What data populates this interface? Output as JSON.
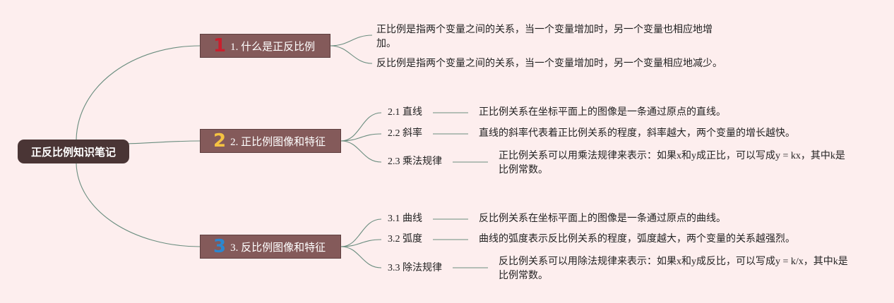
{
  "root": {
    "label": "正反比例知识笔记"
  },
  "sections": [
    {
      "number": "1",
      "label": "1. 什么是正反比例",
      "notes": [
        "正比例是指两个变量之间的关系，当一个变量增加时，另一个变量也相应地增加。",
        "反比例是指两个变量之间的关系，当一个变量增加时，另一个变量相应地减少。"
      ]
    },
    {
      "number": "2",
      "label": "2. 正比例图像和特征",
      "items": [
        {
          "label": "2.1 直线",
          "desc": "正比例关系在坐标平面上的图像是一条通过原点的直线。"
        },
        {
          "label": "2.2 斜率",
          "desc": "直线的斜率代表着正比例关系的程度，斜率越大，两个变量的增长越快。"
        },
        {
          "label": "2.3 乘法规律",
          "desc": "正比例关系可以用乘法规律来表示：如果x和y成正比，可以写成y = kx，其中k是比例常数。"
        }
      ]
    },
    {
      "number": "3",
      "label": "3. 反比例图像和特征",
      "items": [
        {
          "label": "3.1 曲线",
          "desc": "反比例关系在坐标平面上的图像是一条通过原点的曲线。"
        },
        {
          "label": "3.2 弧度",
          "desc": "曲线的弧度表示反比例关系的程度，弧度越大，两个变量的关系越强烈。"
        },
        {
          "label": "3.3 除法规律",
          "desc": "反比例关系可以用除法规律来表示：如果x和y成反比，可以写成y = k/x，其中k是比例常数。"
        }
      ]
    }
  ]
}
